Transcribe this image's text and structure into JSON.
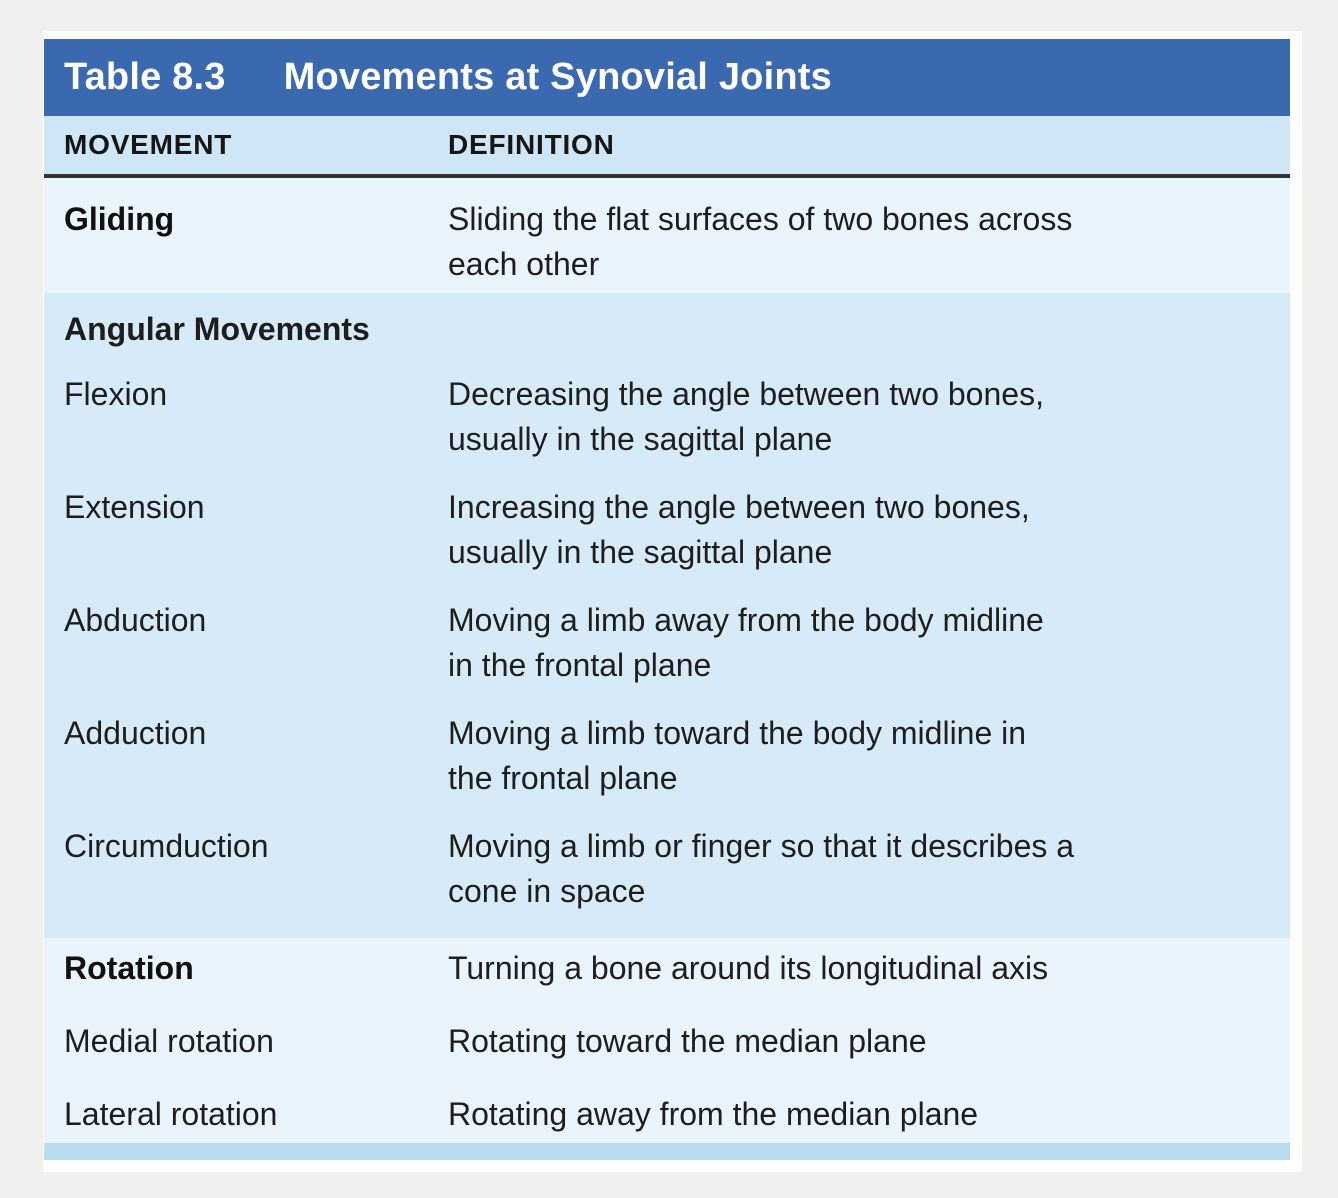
{
  "colors": {
    "page_background": "#f0f0ef",
    "card_background": "#ffffff",
    "title_bar": "#3a69af",
    "title_text": "#ffffff",
    "column_header_row": "#cfe6f7",
    "section_light": "#eaf4fd",
    "section_medium": "#d6eaf8",
    "bottom_bar": "#badcf0",
    "header_rule": "#333333",
    "body_text": "#1e1e1e"
  },
  "table": {
    "title": {
      "label": "Table 8.3",
      "text": "Movements at Synovial Joints"
    },
    "columns": [
      "MOVEMENT",
      "DEFINITION"
    ],
    "sections": [
      {
        "shade": "light",
        "rows": [
          {
            "movement": "Gliding",
            "bold": true,
            "definition": "Sliding the flat surfaces of two bones across\neach other"
          }
        ]
      },
      {
        "shade": "medium",
        "header": "Angular Movements",
        "rows": [
          {
            "movement": "Flexion",
            "bold": false,
            "definition": "Decreasing the angle between two bones,\nusually in the sagittal plane"
          },
          {
            "movement": "Extension",
            "bold": false,
            "definition": "Increasing the angle between two bones,\nusually in the sagittal plane"
          },
          {
            "movement": "Abduction",
            "bold": false,
            "definition": "Moving a limb away from the body midline\nin the frontal plane"
          },
          {
            "movement": "Adduction",
            "bold": false,
            "definition": "Moving a limb toward the body midline in\nthe frontal plane"
          },
          {
            "movement": "Circumduction",
            "bold": false,
            "definition": "Moving a limb or finger so that it describes a\ncone in space"
          }
        ]
      },
      {
        "shade": "light",
        "rows": [
          {
            "movement": "Rotation",
            "bold": true,
            "definition": "Turning a bone around its longitudinal axis"
          },
          {
            "movement": "Medial rotation",
            "bold": false,
            "definition": "Rotating toward the median plane"
          },
          {
            "movement": "Lateral rotation",
            "bold": false,
            "definition": "Rotating away from the median plane"
          }
        ]
      }
    ]
  }
}
